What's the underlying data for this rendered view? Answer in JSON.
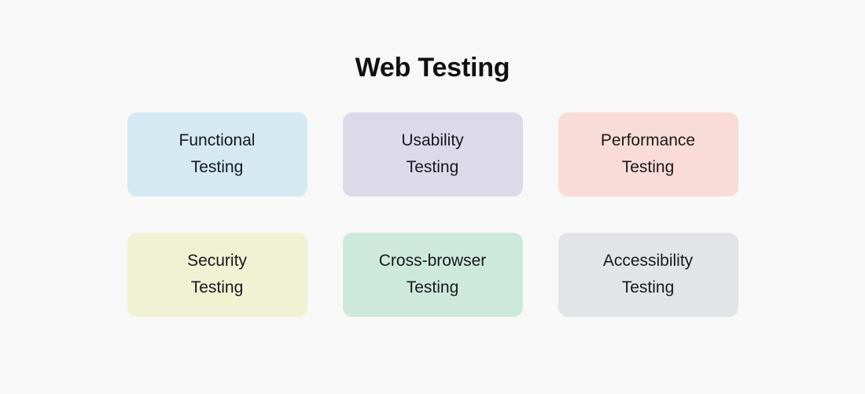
{
  "page": {
    "title": "Web Testing",
    "background_color": "#f8f8f8",
    "title_color": "#111111",
    "card_text_color": "#16181c"
  },
  "cards": [
    {
      "name": "functional-testing",
      "line1": "Functional",
      "line2": "Testing",
      "color": "#d4e9f2"
    },
    {
      "name": "usability-testing",
      "line1": "Usability",
      "line2": "Testing",
      "color": "#dcd9e8"
    },
    {
      "name": "performance-testing",
      "line1": "Performance",
      "line2": "Testing",
      "color": "#f9dcd8"
    },
    {
      "name": "security-testing",
      "line1": "Security",
      "line2": "Testing",
      "color": "#f1f2d3"
    },
    {
      "name": "cross-browser-testing",
      "line1": "Cross-browser",
      "line2": "Testing",
      "color": "#cde9dc"
    },
    {
      "name": "accessibility-testing",
      "line1": "Accessibility",
      "line2": "Testing",
      "color": "#e3e4e8"
    }
  ]
}
